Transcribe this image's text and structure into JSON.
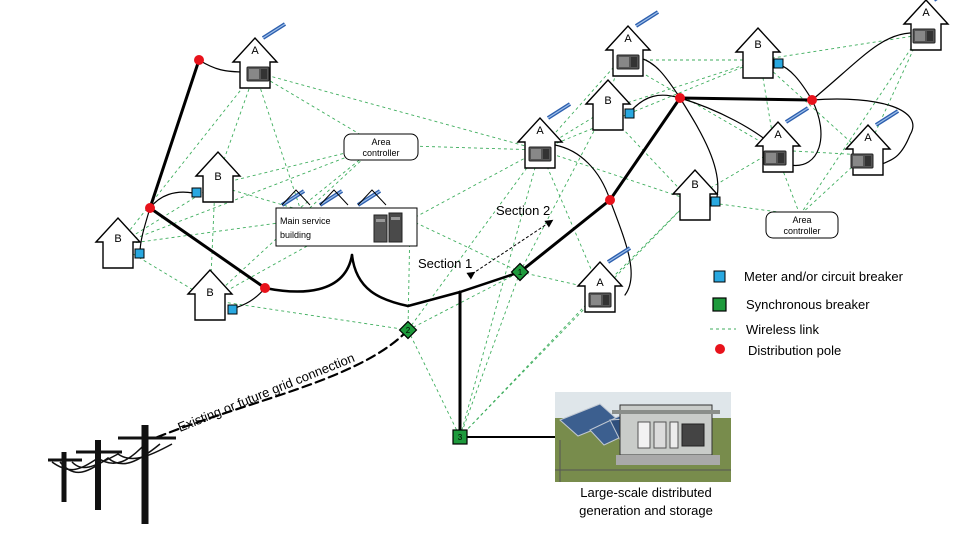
{
  "houses": {
    "a_label": "A",
    "b_label": "B"
  },
  "controllers": {
    "left": "Area controller",
    "right": "Area controller"
  },
  "main_building": {
    "label_line1": "Main service",
    "label_line2": "building"
  },
  "sections": {
    "section1": "Section 1",
    "section2": "Section 2"
  },
  "breakers": {
    "b1": "1",
    "b2": "2",
    "b3": "3"
  },
  "grid_connection": "Existing or future grid connection",
  "generation": {
    "line1": "Large-scale distributed",
    "line2": "generation and storage"
  },
  "legend": {
    "meter": "Meter and/or circuit breaker",
    "sync": "Synchronous breaker",
    "wireless": "Wireless link",
    "pole": "Distribution pole"
  },
  "colors": {
    "meter": "#29a8e0",
    "sync": "#1e9a3c",
    "wireless": "#3fae5e",
    "pole": "#e8121b",
    "line": "#000000"
  }
}
